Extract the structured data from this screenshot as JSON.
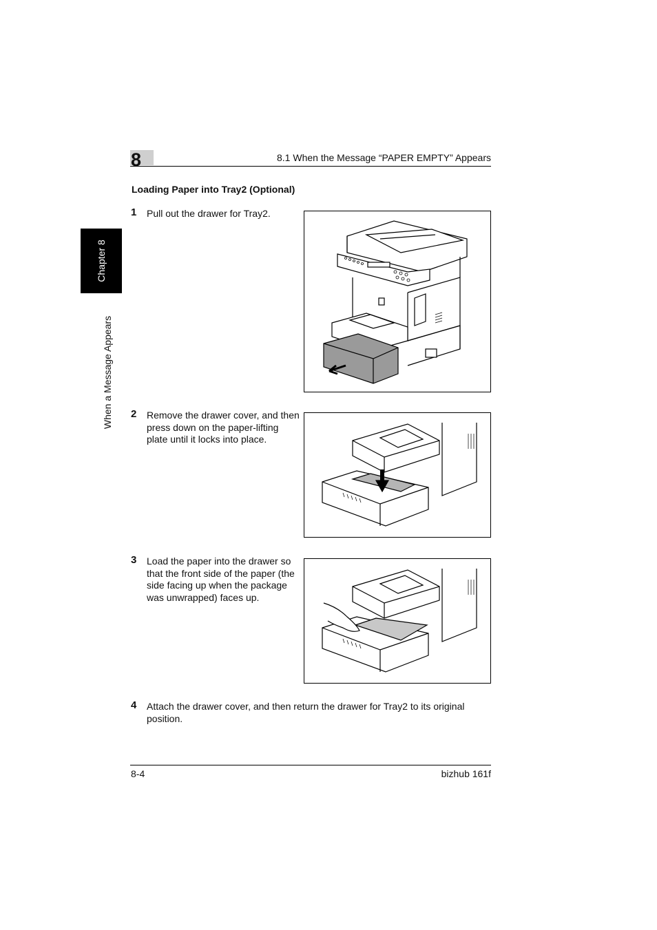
{
  "header": {
    "chapter_number": "8",
    "section_title": "8.1 When the Message “PAPER EMPTY” Appears"
  },
  "side_tab": {
    "chapter_label": "Chapter 8",
    "section_label": "When a Message Appears"
  },
  "main": {
    "heading": "Loading Paper into Tray2 (Optional)",
    "steps": [
      {
        "number": "1",
        "text": "Pull out the drawer for Tray2."
      },
      {
        "number": "2",
        "text": "Remove the drawer cover, and then press down on the paper-lifting plate until it locks into place."
      },
      {
        "number": "3",
        "text": "Load the paper into the drawer so that the front side of the paper (the side facing up when the package was unwrapped) faces up."
      },
      {
        "number": "4",
        "text": "Attach the drawer cover, and then return the drawer for Tray2 to its original position."
      }
    ]
  },
  "footer": {
    "page_number": "8-4",
    "product": "bizhub 161f"
  }
}
